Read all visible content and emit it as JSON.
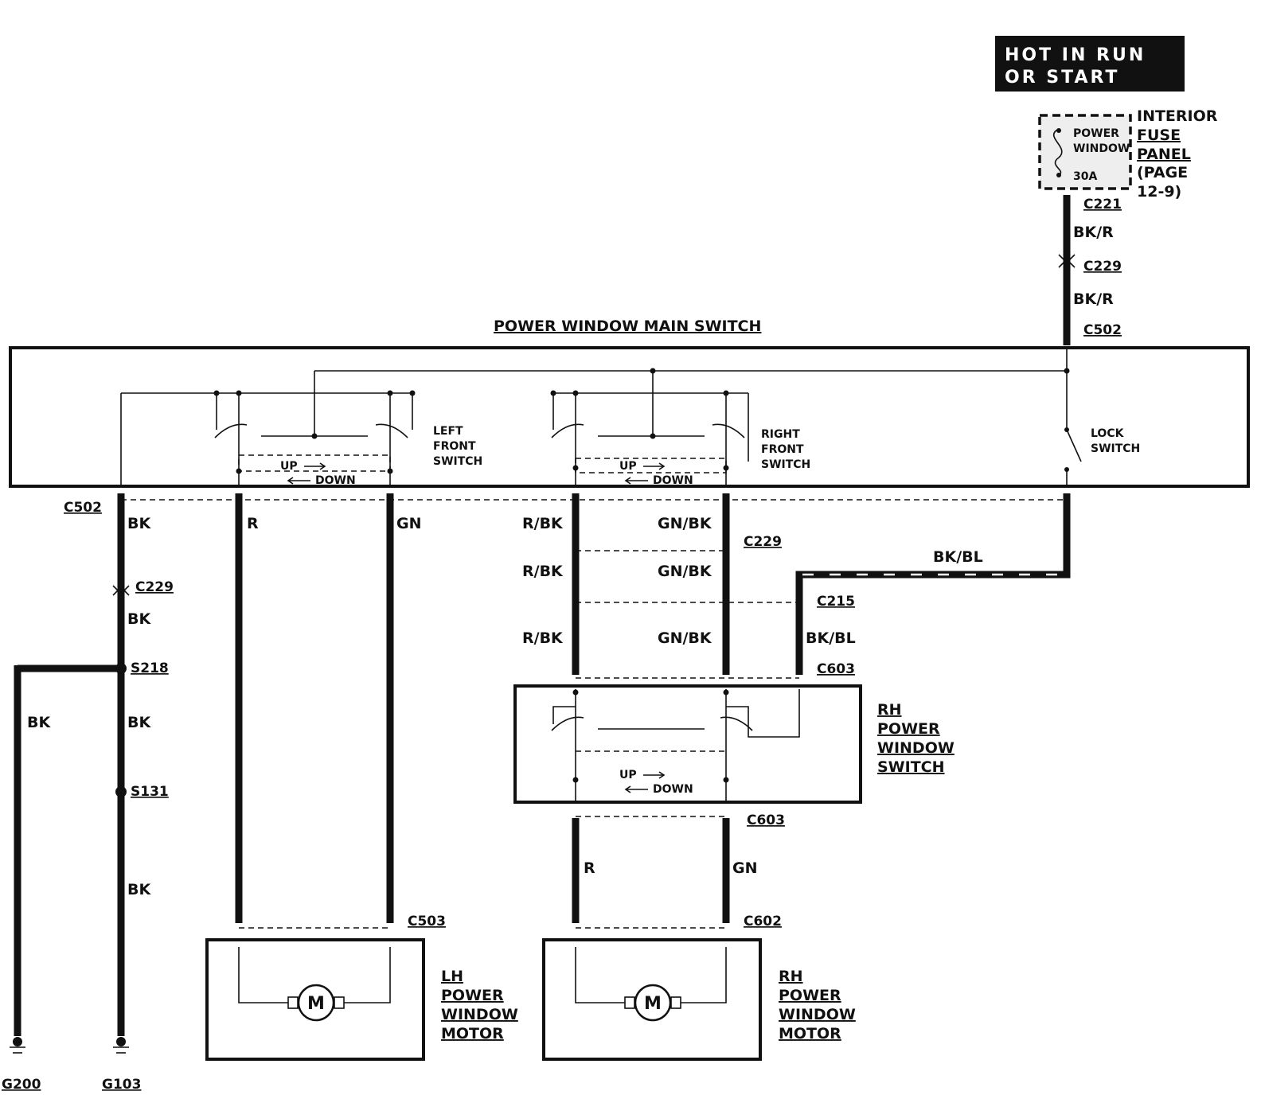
{
  "hot_banner": {
    "line1": "HOT IN RUN",
    "line2": "OR START"
  },
  "fuse_panel": {
    "fuse_label_1": "POWER",
    "fuse_label_2": "WINDOW",
    "fuse_rating": "30A",
    "panel_1": "INTERIOR",
    "panel_2": "FUSE",
    "panel_3": "PANEL",
    "panel_4": "(PAGE",
    "panel_5": "12-9)"
  },
  "connectors": {
    "c221": "C221",
    "c229": "C229",
    "c502": "C502",
    "c503": "C503",
    "c603": "C603",
    "c602": "C602",
    "c215": "C215",
    "s218": "S218",
    "s131": "S131",
    "g200": "G200",
    "g103": "G103"
  },
  "wires": {
    "bk_r": "BK/R",
    "bk": "BK",
    "r": "R",
    "gn": "GN",
    "r_bk": "R/BK",
    "gn_bk": "GN/BK",
    "bk_bl": "BK/BL"
  },
  "main_switch": {
    "title": "POWER WINDOW MAIN SWITCH",
    "left_1": "LEFT",
    "left_2": "FRONT",
    "left_3": "SWITCH",
    "right_1": "RIGHT",
    "right_2": "FRONT",
    "right_3": "SWITCH",
    "lock_1": "LOCK",
    "lock_2": "SWITCH",
    "up": "UP",
    "down": "DOWN"
  },
  "rh_switch": {
    "l1": "RH",
    "l2": "POWER",
    "l3": "WINDOW",
    "l4": "SWITCH"
  },
  "lh_motor": {
    "l1": "LH",
    "l2": "POWER",
    "l3": "WINDOW",
    "l4": "MOTOR"
  },
  "rh_motor": {
    "l1": "RH",
    "l2": "POWER",
    "l3": "WINDOW",
    "l4": "MOTOR"
  },
  "motor_symbol": "M"
}
